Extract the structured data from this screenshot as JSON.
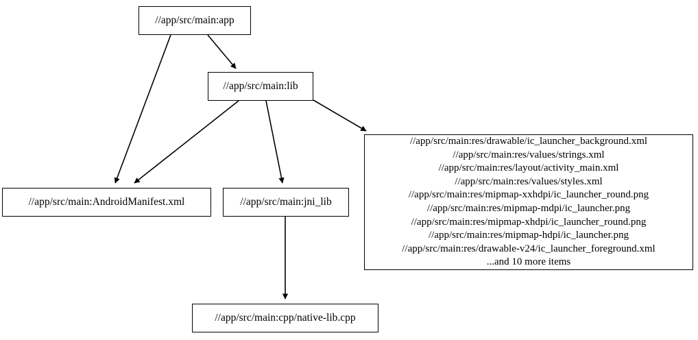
{
  "graph": {
    "type": "directed-dependency-graph",
    "background_color": "#ffffff",
    "edge_color": "#000000",
    "node_border_color": "#000000",
    "node_fill_color": "#ffffff",
    "text_color": "#000000",
    "nodes": [
      {
        "id": "app",
        "label": "//app/src/main:app"
      },
      {
        "id": "lib",
        "label": "//app/src/main:lib"
      },
      {
        "id": "manifest",
        "label": "//app/src/main:AndroidManifest.xml"
      },
      {
        "id": "jni_lib",
        "label": "//app/src/main:jni_lib"
      },
      {
        "id": "native_lib",
        "label": "//app/src/main:cpp/native-lib.cpp"
      },
      {
        "id": "resources",
        "lines": [
          "//app/src/main:res/drawable/ic_launcher_background.xml",
          "//app/src/main:res/values/strings.xml",
          "//app/src/main:res/layout/activity_main.xml",
          "//app/src/main:res/values/styles.xml",
          "//app/src/main:res/mipmap-xxhdpi/ic_launcher_round.png",
          "//app/src/main:res/mipmap-mdpi/ic_launcher.png",
          "//app/src/main:res/mipmap-xhdpi/ic_launcher_round.png",
          "//app/src/main:res/mipmap-hdpi/ic_launcher.png",
          "//app/src/main:res/drawable-v24/ic_launcher_foreground.xml",
          "...and 10 more items"
        ]
      }
    ],
    "edges": [
      {
        "from": "app",
        "to": "lib"
      },
      {
        "from": "app",
        "to": "manifest"
      },
      {
        "from": "lib",
        "to": "manifest"
      },
      {
        "from": "lib",
        "to": "jni_lib"
      },
      {
        "from": "lib",
        "to": "resources"
      },
      {
        "from": "jni_lib",
        "to": "native_lib"
      }
    ]
  }
}
